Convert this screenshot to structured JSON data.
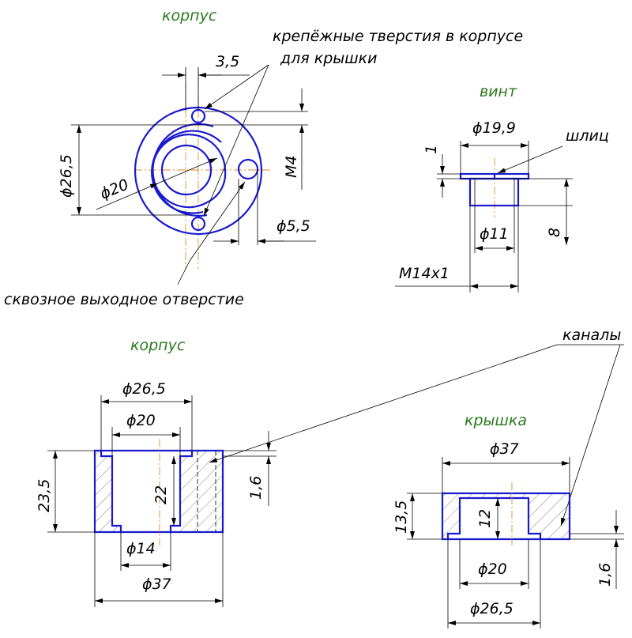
{
  "titles": {
    "housing_top": "корпус",
    "screw": "винт",
    "housing_section": "корпус",
    "lid": "крышка"
  },
  "labels": {
    "mount_holes": "крепёжные тверстия в корпусе",
    "mount_holes_2": "для крышки",
    "through_hole": "сквозное выходное отверстие",
    "slot": "шлиц",
    "channels": "каналы"
  },
  "dims": {
    "top_3_5": "3,5",
    "top_d26_5": "ϕ26,5",
    "top_d20": "ϕ20",
    "top_m4": "M4",
    "top_d5_5": "ϕ5,5",
    "screw_d19_9": "ϕ19,9",
    "screw_1": "1",
    "screw_d11": "ϕ11",
    "screw_8": "8",
    "screw_m14": "M14x1",
    "sec_d26_5": "ϕ26,5",
    "sec_d20": "ϕ20",
    "sec_23_5": "23,5",
    "sec_22": "22",
    "sec_1_6": "1,6",
    "sec_d14": "ϕ14",
    "sec_d37": "ϕ37",
    "lid_d37": "ϕ37",
    "lid_13_5": "13,5",
    "lid_12": "12",
    "lid_d20": "ϕ20",
    "lid_1_6": "1,6",
    "lid_d26_5": "ϕ26,5"
  },
  "colors": {
    "outline": "#1a1ad0",
    "axis": "#e08a2a",
    "title": "#2b7a1e"
  }
}
